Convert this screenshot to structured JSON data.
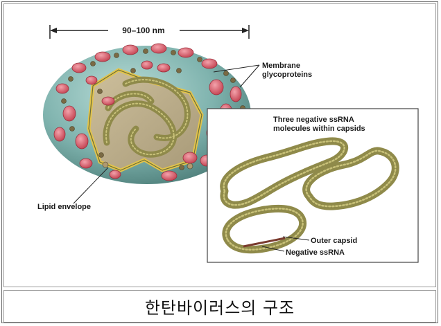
{
  "figure": {
    "scale_label": "90–100 nm",
    "labels": {
      "membrane_line1": "Membrane",
      "membrane_line2": "glycoproteins",
      "ssrna_line1": "Three negative ssRNA",
      "ssrna_line2": "molecules within capsids",
      "lipid_envelope": "Lipid envelope",
      "outer_capsid": "Outer capsid",
      "negative_ssrna": "Negative ssRNA"
    },
    "colors": {
      "envelope": "#7fb3ae",
      "glycoprotein": "#d9606e",
      "capsid": "#8f8a4a",
      "lipid_layer": "#e3c44a",
      "inner_shell": "#d7c9a6"
    }
  },
  "caption": {
    "text": "한탄바이러스의 구조"
  }
}
